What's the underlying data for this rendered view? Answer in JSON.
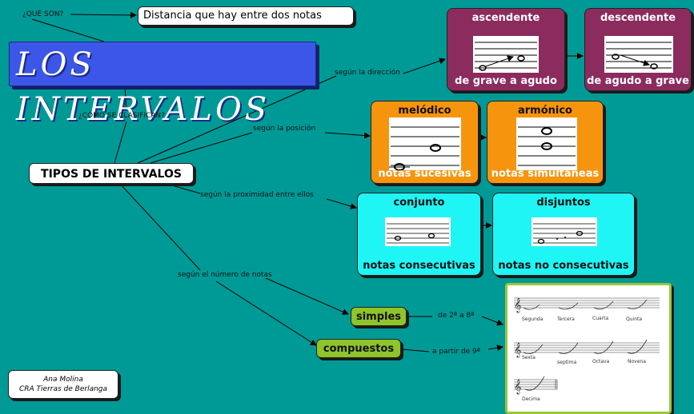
{
  "colors": {
    "background": "#009a96",
    "title": "#3c56e8",
    "purple": "#8c2b5d",
    "orange": "#f7940e",
    "cyan": "#1ff5f5",
    "green": "#8fc42a"
  },
  "question_what": "¿QUÉ SON?",
  "definition": "Distancia que hay entre dos notas",
  "title": "LOS INTERVALOS",
  "question_how": "¿CÓMO SE CLASIFICAN?",
  "central": "TIPOS DE INTERVALOS",
  "links": {
    "direction": "según la dirección",
    "position": "según la posición",
    "proximity": "según la proximidad entre ellos",
    "number": "según el número de notas",
    "simple_range": "de 2ª a 8ª",
    "compound_range": "a partir de 9ª"
  },
  "cards": {
    "ascendente": {
      "title": "ascendente",
      "subtitle": "de grave a agudo"
    },
    "descendente": {
      "title": "descendente",
      "subtitle": "de agudo a grave"
    },
    "melodico": {
      "title": "melódico",
      "subtitle": "notas sucesivas"
    },
    "armonico": {
      "title": "armónico",
      "subtitle": "notas simultáneas"
    },
    "conjunto": {
      "title": "conjunto",
      "subtitle": "notas consecutivas"
    },
    "disjuntos": {
      "title": "disjuntos",
      "subtitle": "notas no consecutivas"
    }
  },
  "simples": "simples",
  "compuestos": "compuestos",
  "examples": {
    "row1": [
      "Segunda",
      "Tercera",
      "Cuarta",
      "Quinta"
    ],
    "row2": [
      "Sexta",
      "septima",
      "Octava",
      "Novena"
    ],
    "row3": [
      "Decima"
    ]
  },
  "author": {
    "name": "Ana Molina",
    "school": "CRA Tierras de Berlanga"
  }
}
